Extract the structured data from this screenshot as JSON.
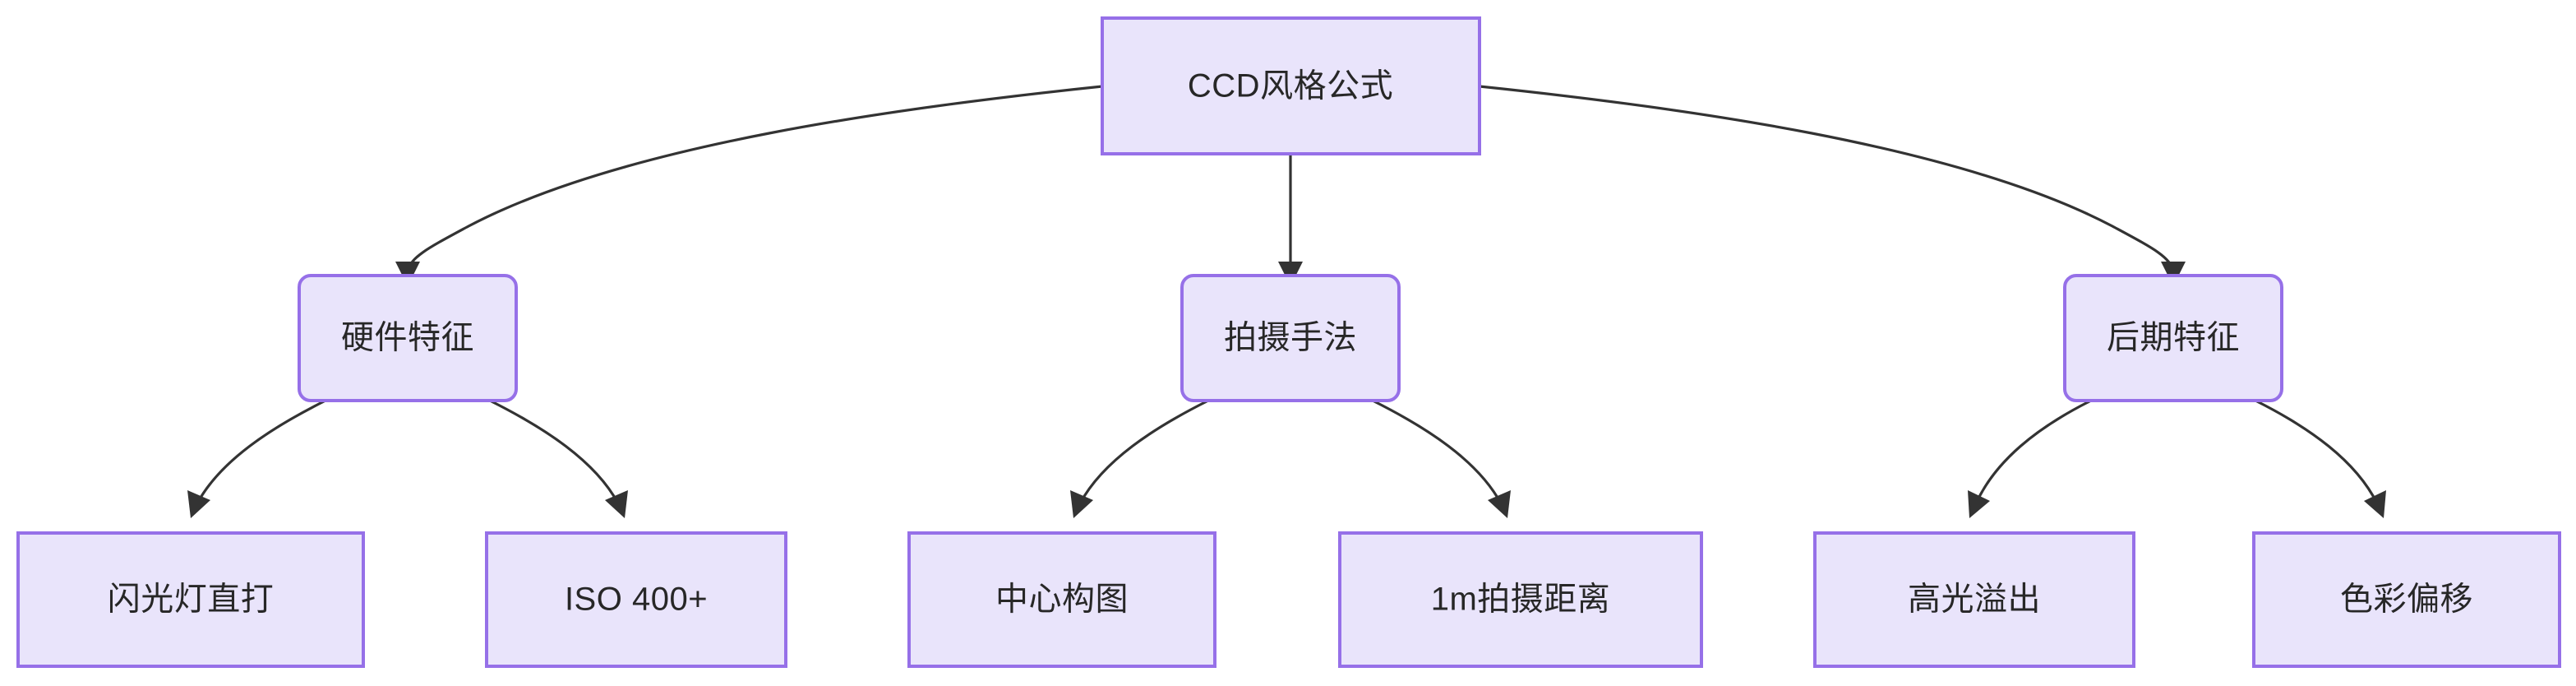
{
  "diagram": {
    "type": "flowchart",
    "orientation": "top-down",
    "title_node": "CCD风格公式",
    "theme": {
      "node_fill": "#e9e4fb",
      "node_border": "#9670e8",
      "edge_color": "#333333",
      "text_color": "#272727",
      "background": "#ffffff"
    },
    "nodes": [
      {
        "id": "root",
        "label": "CCD风格公式",
        "shape": "rect",
        "level": 0
      },
      {
        "id": "hw",
        "label": "硬件特征",
        "shape": "rounded-rect",
        "level": 1
      },
      {
        "id": "shoot",
        "label": "拍摄手法",
        "shape": "rounded-rect",
        "level": 1
      },
      {
        "id": "post",
        "label": "后期特征",
        "shape": "rounded-rect",
        "level": 1
      },
      {
        "id": "flash",
        "label": "闪光灯直打",
        "shape": "rect",
        "level": 2
      },
      {
        "id": "iso",
        "label": "ISO 400+",
        "shape": "rect",
        "level": 2
      },
      {
        "id": "comp",
        "label": "中心构图",
        "shape": "rect",
        "level": 2
      },
      {
        "id": "dist",
        "label": "1m拍摄距离",
        "shape": "rect",
        "level": 2
      },
      {
        "id": "bloom",
        "label": "高光溢出",
        "shape": "rect",
        "level": 2
      },
      {
        "id": "shift",
        "label": "色彩偏移",
        "shape": "rect",
        "level": 2
      }
    ],
    "edges": [
      {
        "from": "root",
        "to": "hw",
        "arrow": "triangle"
      },
      {
        "from": "root",
        "to": "shoot",
        "arrow": "triangle"
      },
      {
        "from": "root",
        "to": "post",
        "arrow": "triangle"
      },
      {
        "from": "hw",
        "to": "flash",
        "arrow": "triangle"
      },
      {
        "from": "hw",
        "to": "iso",
        "arrow": "triangle"
      },
      {
        "from": "shoot",
        "to": "comp",
        "arrow": "triangle"
      },
      {
        "from": "shoot",
        "to": "dist",
        "arrow": "triangle"
      },
      {
        "from": "post",
        "to": "bloom",
        "arrow": "triangle"
      },
      {
        "from": "post",
        "to": "shift",
        "arrow": "triangle"
      }
    ]
  }
}
